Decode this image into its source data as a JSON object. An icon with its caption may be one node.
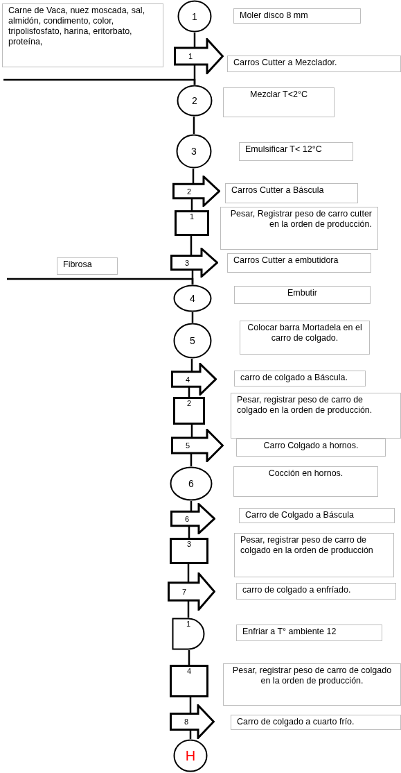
{
  "diagram": {
    "nodes": [
      {
        "text": [
          "Carne de Vaca, nuez moscada, sal, almidón, condimento, color, tripolisfosfato, harina, eritorbato, proteína,"
        ]
      },
      {
        "text": [
          "1"
        ]
      },
      {
        "text": [
          "Moler disco 8 mm"
        ]
      },
      {
        "text": [
          "1"
        ]
      },
      {
        "text": [
          "Carros Cutter a Mezclador."
        ]
      },
      {
        "text": [
          "2"
        ]
      },
      {
        "text": [
          "Mezclar T<2°C"
        ]
      },
      {
        "text": [
          "3"
        ]
      },
      {
        "text": [
          "Emulsificar T< 12°C"
        ]
      },
      {
        "text": [
          "2"
        ]
      },
      {
        "text": [
          "Carros Cutter a Báscula"
        ]
      },
      {
        "text": [
          "1"
        ]
      },
      {
        "text": [
          "Pesar, Registrar peso de carro cutter en la orden de producción."
        ]
      },
      {
        "text": [
          "Fibrosa"
        ]
      },
      {
        "text": [
          "3"
        ]
      },
      {
        "text": [
          "Carros Cutter a embutidora"
        ]
      },
      {
        "text": [
          "4"
        ]
      },
      {
        "text": [
          "Embutir"
        ]
      },
      {
        "text": [
          "5"
        ]
      },
      {
        "text": [
          "Colocar barra Mortadela en el carro de colgado."
        ]
      },
      {
        "text": [
          "4"
        ]
      },
      {
        "text": [
          "carro de colgado a Báscula."
        ]
      },
      {
        "text": [
          "2"
        ]
      },
      {
        "text": [
          "Pesar, registrar peso de carro de colgado en la orden de producción."
        ]
      },
      {
        "text": [
          "5"
        ]
      },
      {
        "text": [
          "Carro Colgado a hornos."
        ]
      },
      {
        "text": [
          "6"
        ]
      },
      {
        "text": [
          "Cocción en hornos."
        ]
      },
      {
        "text": [
          "6"
        ]
      },
      {
        "text": [
          "Carro de Colgado a Báscula"
        ]
      },
      {
        "text": [
          "3"
        ]
      },
      {
        "text": [
          "Pesar, registrar peso de carro de colgado en la orden de producción"
        ]
      },
      {
        "text": [
          "7"
        ]
      },
      {
        "text": [
          "carro de colgado a enfríado."
        ]
      },
      {
        "text": [
          "1"
        ]
      },
      {
        "text": [
          "Enfriar a T° ambiente 12"
        ]
      },
      {
        "text": [
          "4"
        ]
      },
      {
        "text": [
          "Pesar, registrar peso de carro de colgado en la orden de producción."
        ]
      },
      {
        "text": [
          "8"
        ]
      },
      {
        "text": [
          "Carro de colgado a cuarto frío."
        ]
      },
      {
        "text": [
          "H"
        ]
      }
    ],
    "edges": [
      {
        "from": 1,
        "to": 3,
        "arrow": "none"
      },
      {
        "from": 3,
        "to": 5,
        "arrow": "none"
      },
      {
        "from": 5,
        "to": 7,
        "arrow": "none"
      },
      {
        "from": 7,
        "to": 9,
        "arrow": "none"
      },
      {
        "from": 9,
        "to": 11,
        "arrow": "none"
      },
      {
        "from": 11,
        "to": 14,
        "arrow": "none"
      },
      {
        "from": 14,
        "to": 16,
        "arrow": "none"
      },
      {
        "from": 16,
        "to": 18,
        "arrow": "none"
      },
      {
        "from": 18,
        "to": 20,
        "arrow": "none"
      },
      {
        "from": 20,
        "to": 22,
        "arrow": "none"
      },
      {
        "from": 22,
        "to": 24,
        "arrow": "none"
      },
      {
        "from": 24,
        "to": 26,
        "arrow": "none"
      },
      {
        "from": 26,
        "to": 28,
        "arrow": "none"
      },
      {
        "from": 28,
        "to": 30,
        "arrow": "none"
      },
      {
        "from": 30,
        "to": 32,
        "arrow": "none"
      },
      {
        "from": 32,
        "to": 34,
        "arrow": "none"
      },
      {
        "from": 34,
        "to": 36,
        "arrow": "none"
      },
      {
        "from": 36,
        "to": 38,
        "arrow": "none"
      },
      {
        "from": 38,
        "to": 40,
        "arrow": "none"
      },
      {
        "from": null,
        "to": 5,
        "arrow": "none"
      },
      {
        "from": null,
        "to": 16,
        "arrow": "none"
      }
    ]
  }
}
